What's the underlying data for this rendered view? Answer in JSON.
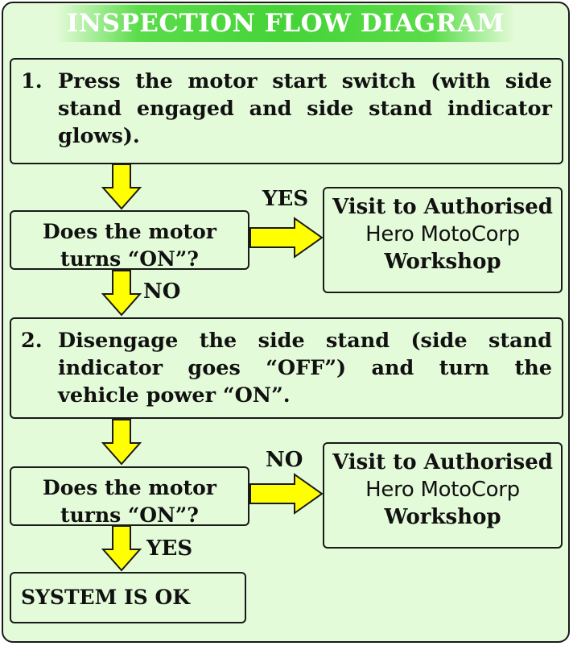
{
  "title": "INSPECTION FLOW DIAGRAM",
  "step1": {
    "num": "1.",
    "lines": [
      "Press the motor start switch (with side",
      "stand engaged and side stand indicator",
      "glows)."
    ]
  },
  "question1": {
    "lines": [
      "Does the motor",
      "turns “ON”?"
    ]
  },
  "branch1_yes": "YES",
  "branch1_no": "NO",
  "workshop1": {
    "line1": "Visit to Authorised",
    "line2": "Hero MotoCorp",
    "line3": "Workshop"
  },
  "step2": {
    "num": "2.",
    "lines": [
      "Disengage the side stand (side stand",
      "indicator goes “OFF”) and turn the",
      "vehicle power “ON”."
    ]
  },
  "question2": {
    "lines": [
      "Does the motor",
      "turns “ON”?"
    ]
  },
  "branch2_no": "NO",
  "branch2_yes": "YES",
  "workshop2": {
    "line1": "Visit to Authorised",
    "line2": "Hero MotoCorp",
    "line3": "Workshop"
  },
  "result": "SYSTEM IS OK",
  "colors": {
    "background": "#e4fbd9",
    "title_bar": "#45d338",
    "arrow_fill": "#ffff00",
    "border": "#1a1a1a"
  }
}
